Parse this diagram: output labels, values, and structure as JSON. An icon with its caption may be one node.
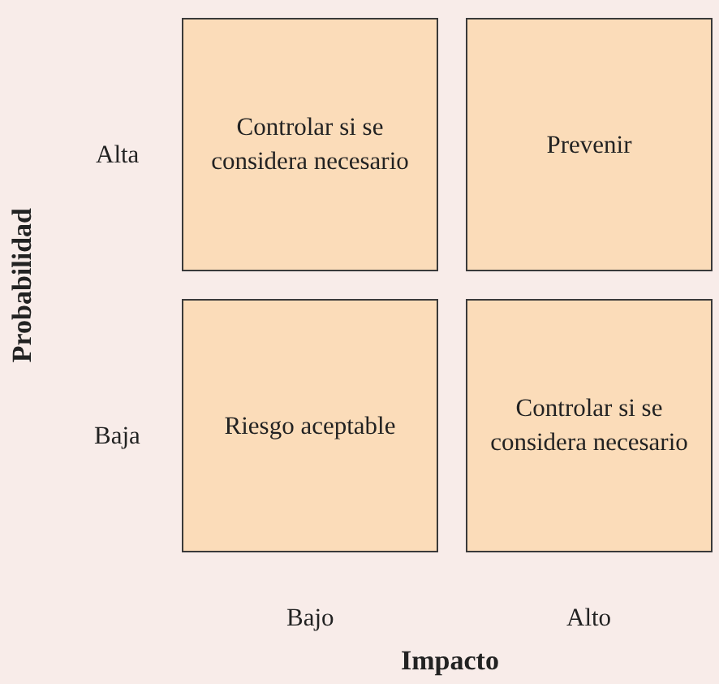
{
  "diagram": {
    "nodes": [
      {
        "text": [
          "Controlar si se considera necesario"
        ]
      },
      {
        "text": [
          "Prevenir"
        ]
      },
      {
        "text": [
          "Riesgo aceptable"
        ]
      },
      {
        "text": [
          "Controlar si se considera necesario"
        ]
      }
    ],
    "labels": [
      "Probabilidad",
      "Alta",
      "Baja",
      "Bajo",
      "Alto",
      "Impacto"
    ]
  }
}
